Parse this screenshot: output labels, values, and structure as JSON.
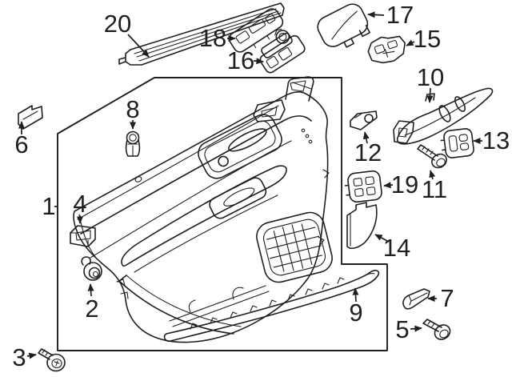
{
  "figure": {
    "background_color": "#ffffff",
    "line_color": "#1f1f1f",
    "description": "exploded-parts-line-diagram",
    "callouts": [
      {
        "number": "1",
        "part": "door-trim-panel-assembly-box"
      },
      {
        "number": "2",
        "part": "push-pin-retainer"
      },
      {
        "number": "3",
        "part": "screw"
      },
      {
        "number": "4",
        "part": "retainer-clip"
      },
      {
        "number": "5",
        "part": "screw"
      },
      {
        "number": "6",
        "part": "clip"
      },
      {
        "number": "7",
        "part": "bracket"
      },
      {
        "number": "8",
        "part": "retainer-grommet"
      },
      {
        "number": "9",
        "part": "lower-moulding-strip"
      },
      {
        "number": "10",
        "part": "pull-handle-trim"
      },
      {
        "number": "11",
        "part": "bolt"
      },
      {
        "number": "12",
        "part": "mounting-plate"
      },
      {
        "number": "13",
        "part": "switch"
      },
      {
        "number": "14",
        "part": "pocket-flap"
      },
      {
        "number": "15",
        "part": "switch"
      },
      {
        "number": "16",
        "part": "window-switch"
      },
      {
        "number": "17",
        "part": "switch-cover"
      },
      {
        "number": "18",
        "part": "switch-bezel"
      },
      {
        "number": "19",
        "part": "switch"
      },
      {
        "number": "20",
        "part": "belt-weatherstrip"
      }
    ]
  }
}
